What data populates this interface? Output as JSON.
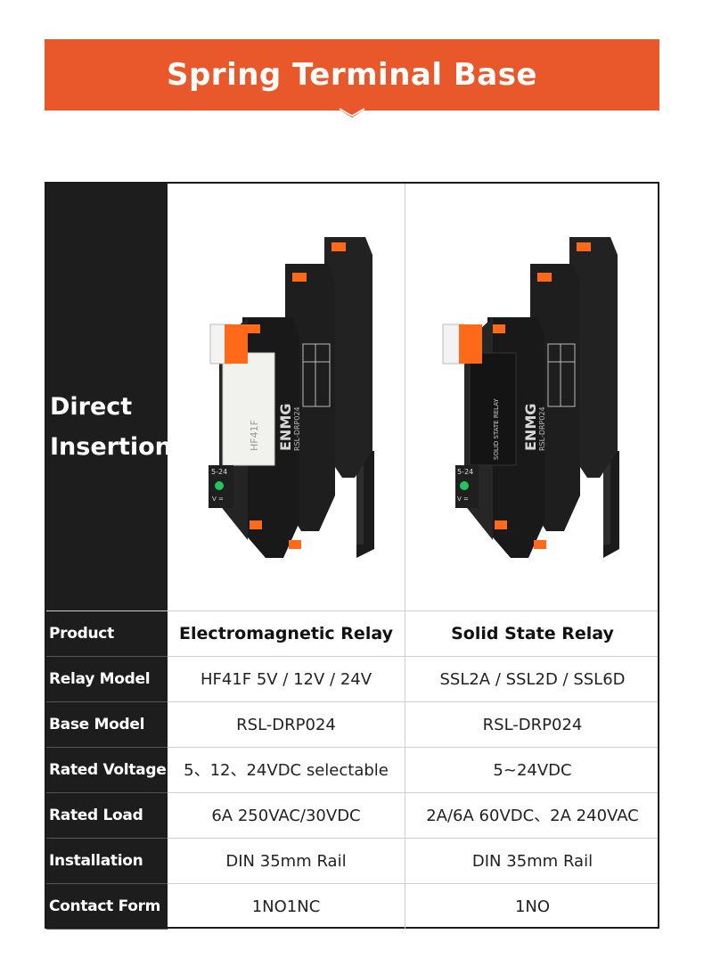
{
  "banner": {
    "title": "Spring Terminal Base"
  },
  "table": {
    "image_row_label": [
      "Direct",
      "Insertion"
    ],
    "products": {
      "left": {
        "brand": "ENMG",
        "model_print": "RSL-DRP024",
        "relay_print": "HF41F",
        "voltage_print": "5-24",
        "led_print": "V ="
      },
      "right": {
        "brand": "ENMG",
        "model_print": "RSL-DRP024",
        "relay_print": "SOLID STATE RELAY",
        "voltage_print": "5-24",
        "led_print": "V ="
      }
    },
    "rows": [
      {
        "label": "Product",
        "col1": "Electromagnetic Relay",
        "col2": "Solid State Relay"
      },
      {
        "label": "Relay Model",
        "col1": "HF41F 5V / 12V / 24V",
        "col2": "SSL2A / SSL2D / SSL6D"
      },
      {
        "label": "Base Model",
        "col1": "RSL-DRP024",
        "col2": "RSL-DRP024"
      },
      {
        "label": "Rated Voltage",
        "col1": "5、12、24VDC selectable",
        "col2": "5~24VDC"
      },
      {
        "label": "Rated Load",
        "col1": "6A 250VAC/30VDC",
        "col2": "2A/6A 60VDC、2A 240VAC"
      },
      {
        "label": "Installation",
        "col1": "DIN 35mm Rail",
        "col2": "DIN 35mm Rail"
      },
      {
        "label": "Contact Form",
        "col1": "1NO1NC",
        "col2": "1NO"
      }
    ]
  },
  "colors": {
    "accent": "#e8582a",
    "header_bg": "#1d1d1d",
    "relay_body": "#1a1a1a",
    "led": "#22c55e"
  }
}
